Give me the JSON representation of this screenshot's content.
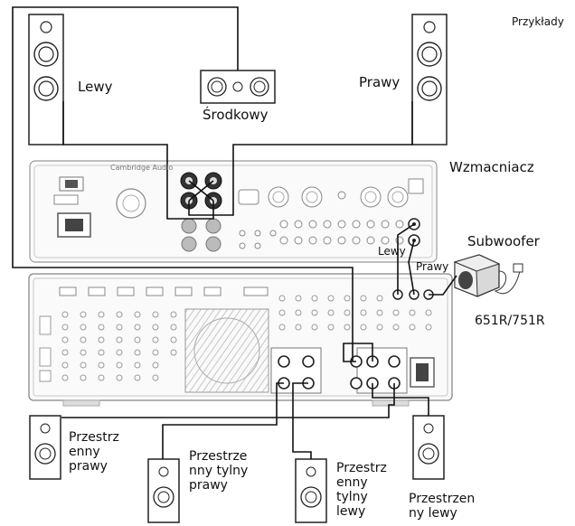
{
  "header": {
    "title": "Przykłady"
  },
  "labels": {
    "left": "Lewy",
    "right": "Prawy",
    "center": "Środkowy",
    "amplifier": "Wzmacniacz",
    "subwoofer": "Subwoofer",
    "amp_left": "Lewy",
    "amp_right": "Prawy",
    "receiver_model": "651R/751R",
    "surround_right": "Przestrz\nenny\nprawy",
    "surround_back_right": "Przestrze\nnny tylny\nprawy",
    "surround_back_left": "Przestrz\nenny\ntylny\nlewy",
    "surround_left": "Przestrzen\nny lewy"
  },
  "device_text": {
    "amp_brand": "Cambridge Audio"
  },
  "icons": [
    "speaker-icon",
    "subwoofer-icon",
    "power-socket-icon",
    "fan-grille-icon",
    "rca-terminal-icon"
  ]
}
